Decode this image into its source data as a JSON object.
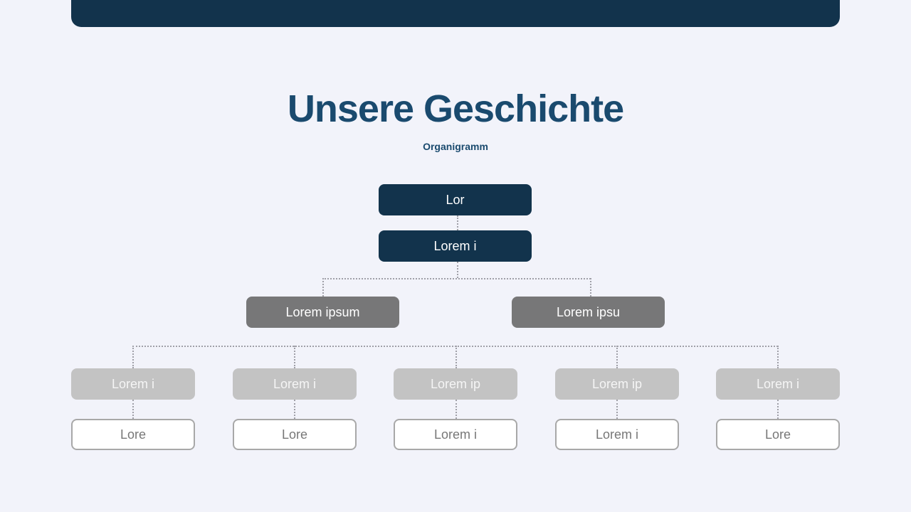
{
  "header": {
    "title": "Unsere Geschichte",
    "subtitle": "Organigramm"
  },
  "colors": {
    "banner": "#12334c",
    "title": "#1a4a6e",
    "level1": "#12334c",
    "level2": "#777778",
    "level3": "#c3c3c3",
    "level4_border": "#a8a8a8",
    "background": "#f2f3fa"
  },
  "org": {
    "top": [
      "Lor",
      "Lorem i"
    ],
    "managers": [
      "Lorem ipsum",
      "Lorem ipsu"
    ],
    "teams": [
      "Lorem i",
      "Lorem i",
      "Lorem ip",
      "Lorem ip",
      "Lorem i"
    ],
    "members": [
      "Lore",
      "Lore",
      "Lorem i",
      "Lorem i",
      "Lore"
    ]
  }
}
